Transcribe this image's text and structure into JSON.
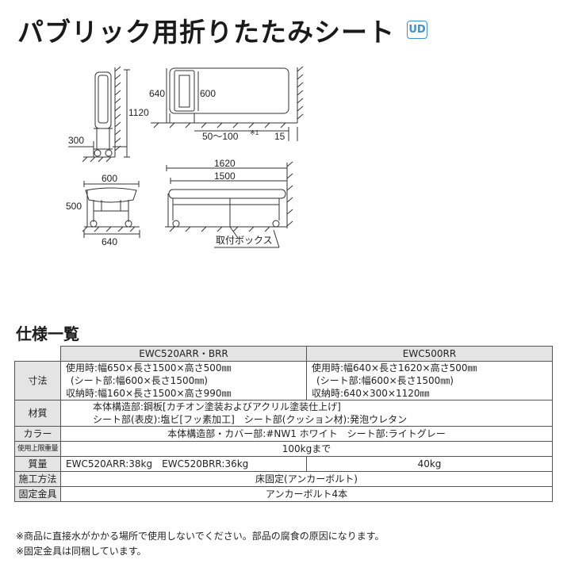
{
  "title": "パブリック用折りたたみシート",
  "badge": "UD",
  "diagram": {
    "side_folded": {
      "h1": "1120",
      "h2": "640",
      "d1": "300"
    },
    "wall_view": {
      "h": "600",
      "gap": "50～100",
      "gap_note": "※1",
      "offset": "15"
    },
    "front_view": {
      "w_top": "600",
      "h": "500",
      "w_bottom": "640"
    },
    "long_view": {
      "w_total": "1620",
      "w_seat": "1500",
      "box_label": "取付ボックス"
    }
  },
  "spec": {
    "heading": "仕様一覧",
    "columns": [
      "EWC520ARR・BRR",
      "EWC500RR"
    ],
    "rows": [
      {
        "label": "寸法",
        "col1": [
          "使用時:幅650×長さ1500×高さ500㎜",
          "(シート部:幅600×長さ1500㎜)",
          "収納時:幅160×長さ1500×高さ990㎜"
        ],
        "col2": [
          "使用時:幅640×長さ1620×高さ500㎜",
          "(シート部:幅600×長さ1500㎜)",
          "収納時:640×300×1120㎜"
        ]
      },
      {
        "label": "材質",
        "merged": [
          "本体構造部:鋼板[カチオン塗装およびアクリル塗装仕上げ]",
          "シート部(表皮):塩ビ[フッ素加工]　シート部(クッション材):発泡ウレタン"
        ]
      },
      {
        "label": "カラー",
        "merged": [
          "本体構造部・カバー部:#NW1 ホワイト　シート部:ライトグレー"
        ]
      },
      {
        "label": "使用上限重量",
        "merged": [
          "100kgまで"
        ]
      },
      {
        "label": "質量",
        "col1": [
          "EWC520ARR:38kg　EWC520BRR:36kg"
        ],
        "col2": [
          "40kg"
        ]
      },
      {
        "label": "施工方法",
        "merged": [
          "床固定(アンカーボルト)"
        ]
      },
      {
        "label": "固定金具",
        "merged": [
          "アンカーボルト4本"
        ]
      }
    ]
  },
  "notes": [
    "※商品に直接水がかかる場所で使用しないでください。部品の腐食の原因になります。",
    "※固定金具は同梱しています。"
  ]
}
